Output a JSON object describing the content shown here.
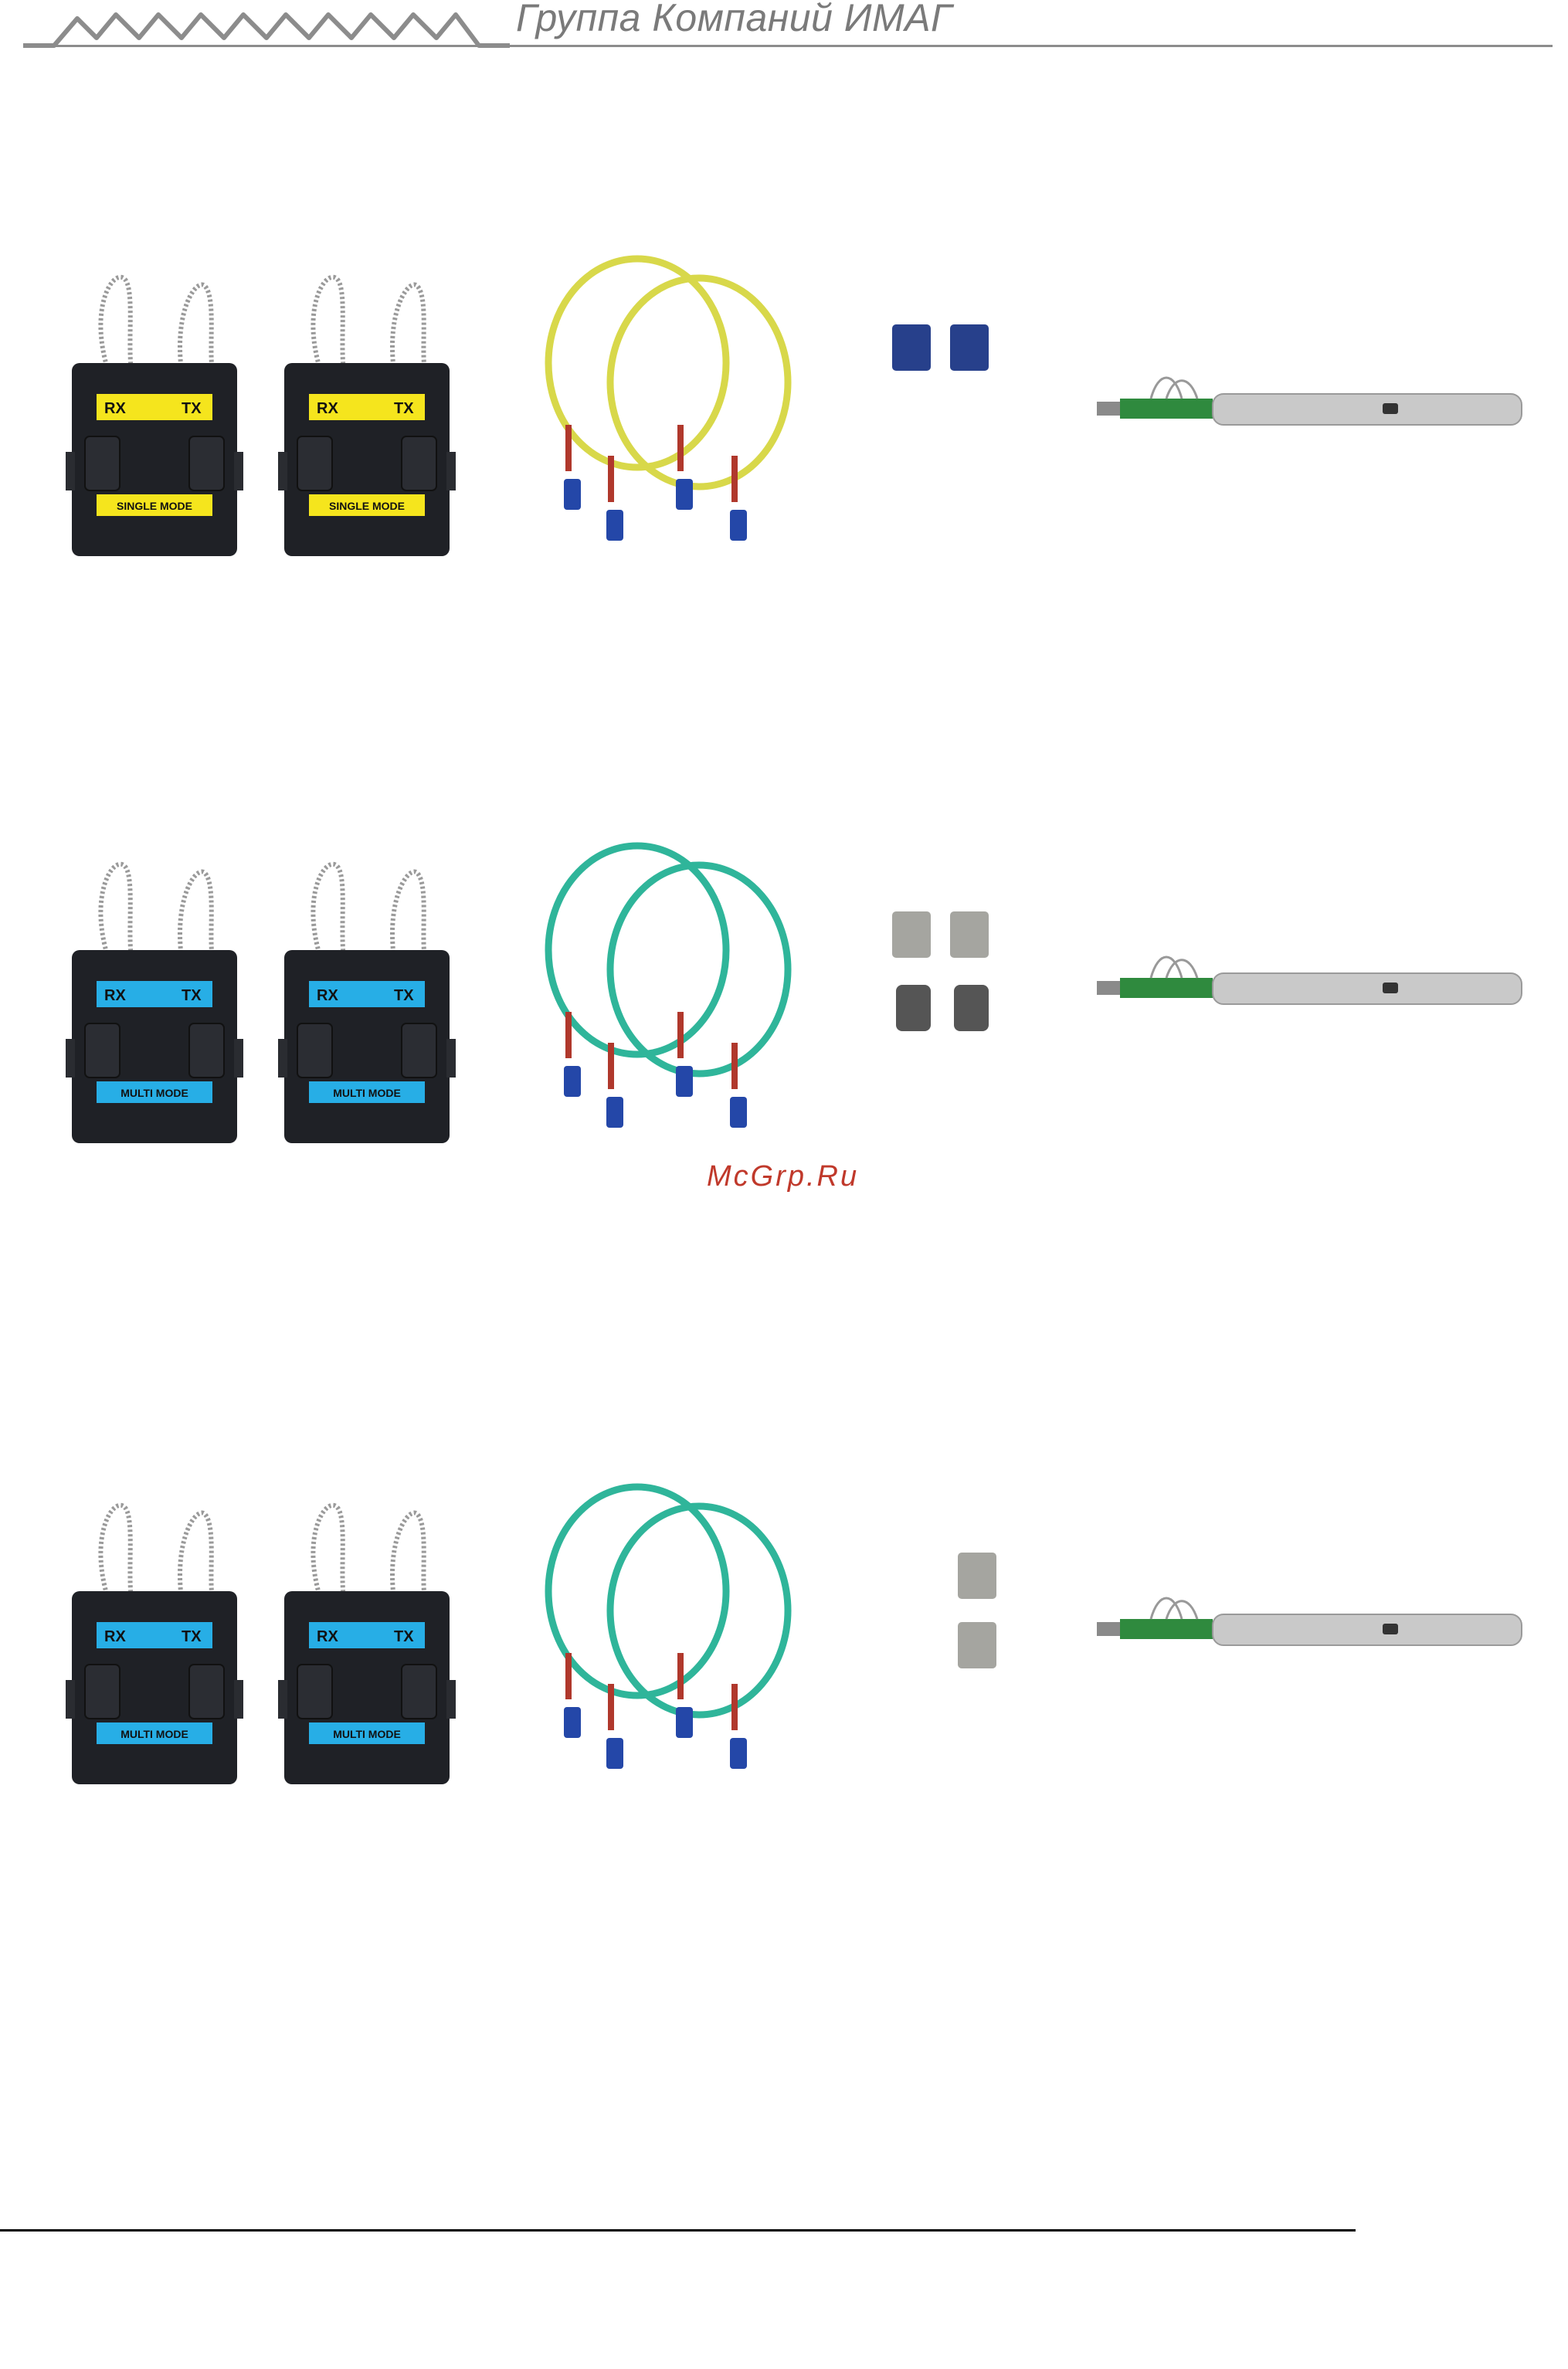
{
  "header": {
    "company_name": "Группа Компаний ИМАГ"
  },
  "watermark": "McGrp.Ru",
  "kits": [
    {
      "modules": [
        {
          "port_left": "RX",
          "port_right": "TX",
          "mode_label": "SINGLE MODE"
        },
        {
          "port_left": "RX",
          "port_right": "TX",
          "mode_label": "SINGLE MODE"
        }
      ],
      "cable_color": "#d8d84a",
      "label_color": "#f5e51d"
    },
    {
      "modules": [
        {
          "port_left": "RX",
          "port_right": "TX",
          "mode_label": "MULTI MODE"
        },
        {
          "port_left": "RX",
          "port_right": "TX",
          "mode_label": "MULTI MODE"
        }
      ],
      "cable_color": "#2fb59a",
      "label_color": "#27aee6"
    },
    {
      "modules": [
        {
          "port_left": "RX",
          "port_right": "TX",
          "mode_label": "MULTI MODE"
        },
        {
          "port_left": "RX",
          "port_right": "TX",
          "mode_label": "MULTI MODE"
        }
      ],
      "cable_color": "#2fb59a",
      "label_color": "#27aee6"
    }
  ]
}
